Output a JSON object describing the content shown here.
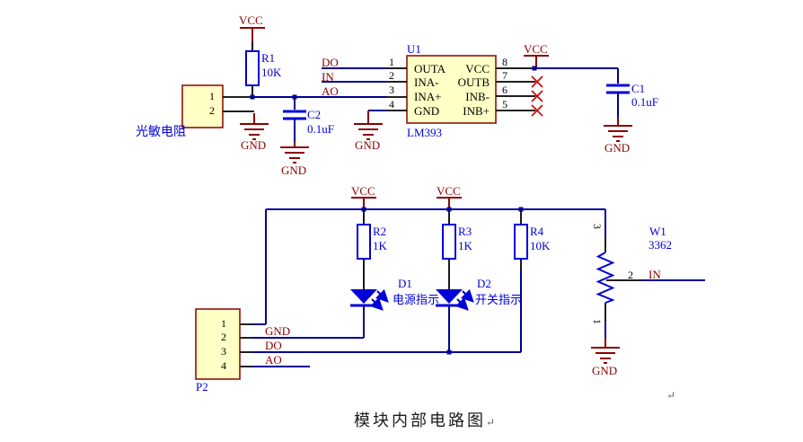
{
  "palette": {
    "background": "#FFFFFF",
    "wire": "#000096",
    "component": "#0000D8",
    "power": "#8B0000",
    "no_connect": "#CC0000",
    "box_fill": "#FFFFC6",
    "box_border": "#8B0000"
  },
  "nets": {
    "vcc": "VCC",
    "gnd": "GND",
    "dout": "DO",
    "ain": "AO",
    "input": "IN"
  },
  "components": {
    "r1": {
      "ref": "R1",
      "value": "10K"
    },
    "r2": {
      "ref": "R2",
      "value": "1K"
    },
    "r3": {
      "ref": "R3",
      "value": "1K"
    },
    "r4": {
      "ref": "R4",
      "value": "10K"
    },
    "c1": {
      "ref": "C1",
      "value": "0.1uF"
    },
    "c2": {
      "ref": "C2",
      "value": "0.1uF"
    },
    "u1": {
      "ref": "U1",
      "part": "LM393",
      "left_pins": [
        {
          "num": "1",
          "name": "OUTA"
        },
        {
          "num": "2",
          "name": "INA-"
        },
        {
          "num": "3",
          "name": "INA+"
        },
        {
          "num": "4",
          "name": "GND"
        }
      ],
      "right_pins": [
        {
          "num": "8",
          "name": "VCC"
        },
        {
          "num": "7",
          "name": "OUTB"
        },
        {
          "num": "6",
          "name": "INB-"
        },
        {
          "num": "5",
          "name": "INB+"
        }
      ]
    },
    "photoresistor": {
      "label": "光敏电阻",
      "pin1": "1",
      "pin2": "2"
    },
    "p2": {
      "ref": "P2",
      "pin1": "1",
      "pin2": "2",
      "pin3": "3",
      "pin4": "4"
    },
    "w1": {
      "ref": "W1",
      "value": "3362",
      "pin_top": "3",
      "pin_wiper": "2",
      "pin_bottom": "1"
    },
    "d1": {
      "ref": "D1",
      "label": "电源指示"
    },
    "d2": {
      "ref": "D2",
      "label": "开关指示"
    }
  },
  "caption": {
    "text": "模块内部电路图",
    "return_mark": "↵"
  }
}
